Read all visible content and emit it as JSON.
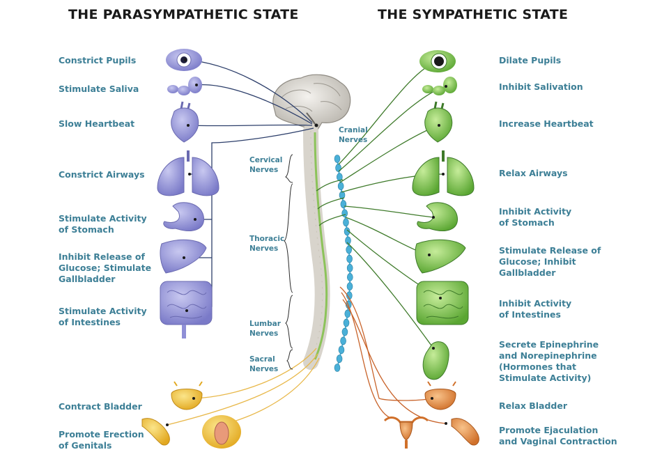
{
  "titles": {
    "left": "THE PARASYMPATHETIC STATE",
    "right": "THE SYMPATHETIC STATE"
  },
  "parasympathetic_labels": [
    [
      "Constrict Pupils"
    ],
    [
      "Stimulate Saliva"
    ],
    [
      "Slow Heartbeat"
    ],
    [
      "Constrict Airways"
    ],
    [
      "Stimulate Activity",
      "of Stomach"
    ],
    [
      "Inhibit Release of",
      "Glucose; Stimulate",
      "Gallbladder"
    ],
    [
      "Stimulate Activity",
      "of Intestines"
    ],
    [
      "Contract Bladder"
    ],
    [
      "Promote Erection",
      "of Genitals"
    ]
  ],
  "sympathetic_labels": [
    [
      "Dilate Pupils"
    ],
    [
      "Inhibit Salivation"
    ],
    [
      "Increase Heartbeat"
    ],
    [
      "Relax Airways"
    ],
    [
      "Inhibit Activity",
      "of Stomach"
    ],
    [
      "Stimulate Release of",
      "Glucose; Inhibit",
      "Gallbladder"
    ],
    [
      "Inhibit Activity",
      "of Intestines"
    ],
    [
      "Secrete Epinephrine",
      "and Norepinephrine",
      "(Hormones that",
      "Stimulate Activity)"
    ],
    [
      "Relax Bladder"
    ],
    [
      "Promote Ejaculation",
      "and Vaginal Contraction"
    ]
  ],
  "nerve_labels": {
    "cranial": [
      "Cranial",
      "Nerves"
    ],
    "cervical": [
      "Cervical",
      "Nerves"
    ],
    "thoracic": [
      "Thoracic",
      "Nerves"
    ],
    "lumbar": [
      "Lumbar",
      "Nerves"
    ],
    "sacral": [
      "Sacral",
      "Nerves"
    ]
  },
  "colors": {
    "label_text": "#3d7f96",
    "parasympathetic_organs": "#8f8fd6",
    "sympathetic_organs": "#7cc24a",
    "pelvic_organs_para": "#f0c03a",
    "pelvic_organs_symp": "#e0863a",
    "nerve_para": "#2c3e6a",
    "nerve_symp": "#3e7a2a",
    "nerve_sacral": "#e8b84a",
    "nerve_lumbar": "#c8632a",
    "ganglion_chain": "#4ab0d8",
    "spine": "#e4e0d8"
  },
  "icons": {
    "organs": [
      "eye-icon",
      "salivary-gland-icon",
      "heart-icon",
      "lungs-icon",
      "stomach-icon",
      "liver-icon",
      "intestines-icon",
      "adrenal-kidney-icon",
      "bladder-icon",
      "penis-icon",
      "vulva-icon",
      "uterus-icon",
      "brain-icon",
      "spinal-column-icon"
    ]
  }
}
